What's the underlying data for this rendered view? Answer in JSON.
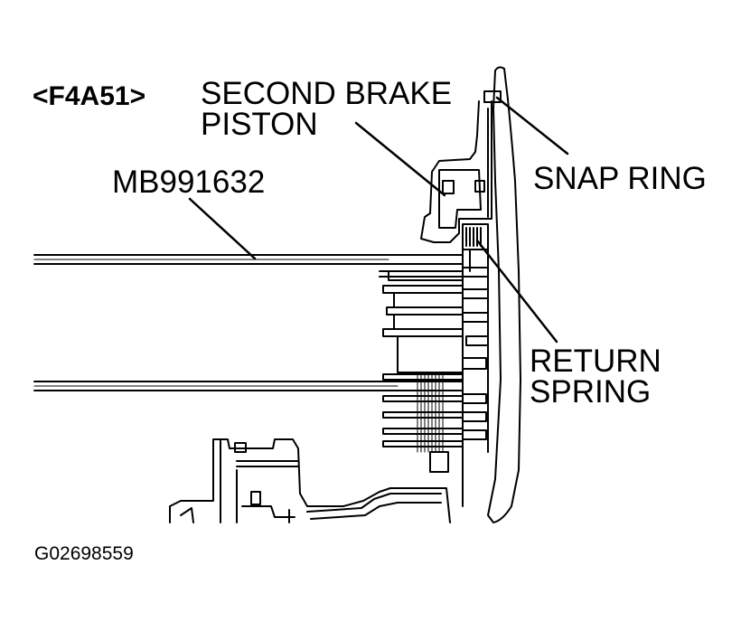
{
  "figure": {
    "model_code": "<F4A51>",
    "figure_id": "G02698559"
  },
  "labels": {
    "second_brake_line1": "SECOND BRAKE",
    "second_brake_line2": "PISTON",
    "snap_ring": "SNAP RING",
    "tool": "MB991632",
    "return_spring_line1": "RETURN",
    "return_spring_line2": "SPRING"
  },
  "colors": {
    "ink": "#000000",
    "paper": "#ffffff"
  }
}
